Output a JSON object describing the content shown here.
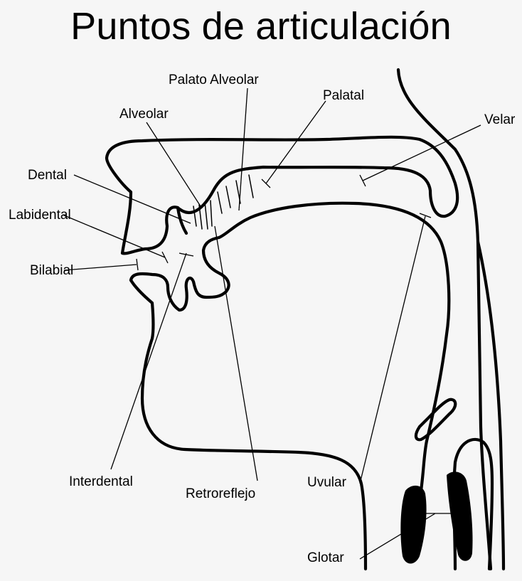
{
  "title": "Puntos de articulación",
  "labels": {
    "palato_alveolar": "Palato Alveolar",
    "palatal": "Palatal",
    "alveolar": "Alveolar",
    "velar": "Velar",
    "dental": "Dental",
    "labidental": "Labidental",
    "bilabial": "Bilabial",
    "interdental": "Interdental",
    "retroreflejo": "Retroreflejo",
    "uvular": "Uvular",
    "glotar": "Glotar"
  },
  "colors": {
    "background": "#f6f6f6",
    "ink": "#000000"
  }
}
